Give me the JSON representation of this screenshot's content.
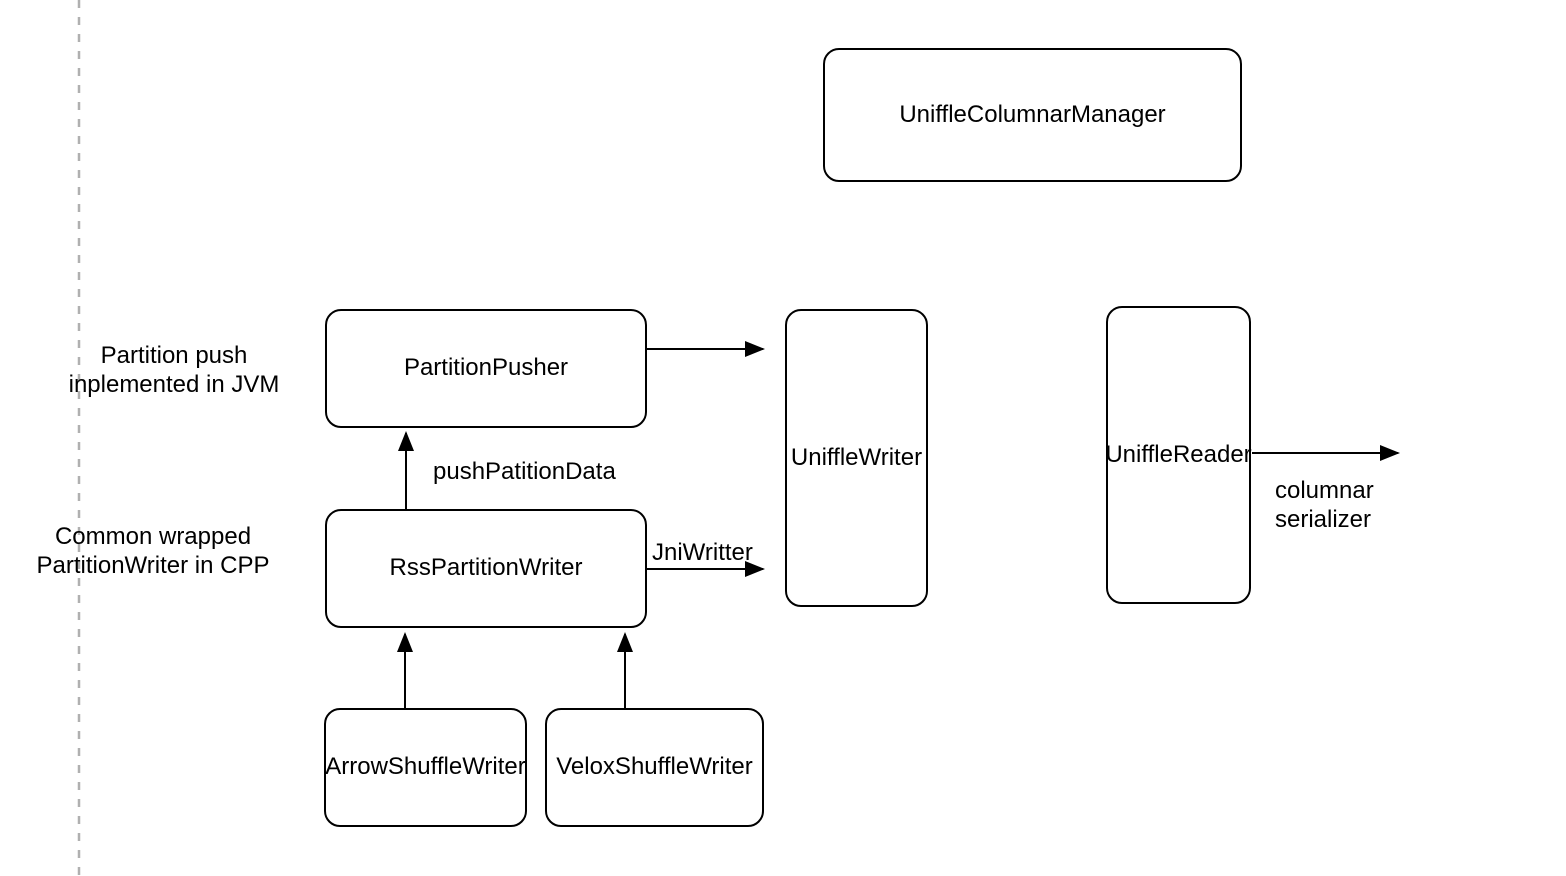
{
  "diagram": {
    "nodes": {
      "uniffle_columnar_manager": {
        "label": "UniffleColumnarManager"
      },
      "partition_pusher": {
        "label": "PartitionPusher"
      },
      "rss_partition_writer": {
        "label": "RssPartitionWriter"
      },
      "uniffle_writer": {
        "label": "UniffleWriter"
      },
      "uniffle_reader": {
        "label": "UniffleReader"
      },
      "arrow_shuffle_writer": {
        "label": "ArrowShuffleWriter"
      },
      "velox_shuffle_writer": {
        "label": "VeloxShuffleWriter"
      }
    },
    "edge_labels": {
      "push_patition_data": "pushPatitionData",
      "jni_writter": "JniWritter",
      "columnar_serializer": "columnar\nserializer"
    },
    "side_notes": {
      "jvm": "Partition push\ninplemented in JVM",
      "cpp": "Common wrapped\nPartitionWriter in CPP"
    },
    "colors": {
      "node_border": "#000000",
      "node_fill": "#ffffff",
      "text": "#000000",
      "arrow": "#000000",
      "dashed_guide": "#b0b0b0",
      "background": "#ffffff"
    }
  }
}
